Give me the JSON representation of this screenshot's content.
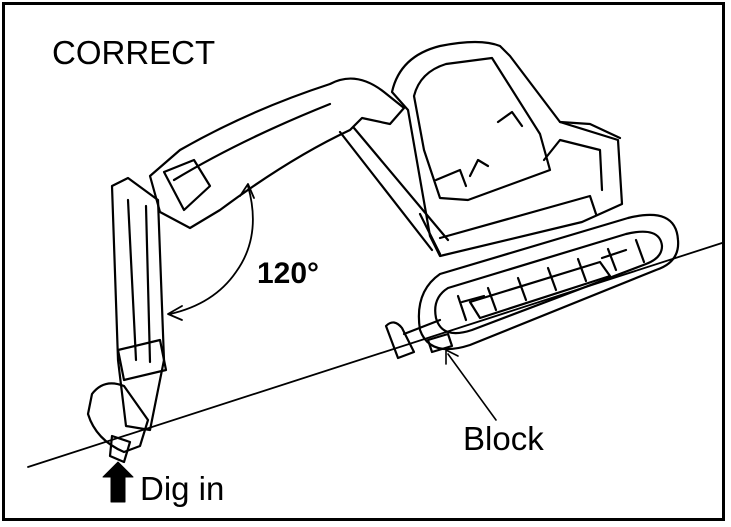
{
  "diagram": {
    "title": "CORRECT",
    "angle_label": "120°",
    "block_label": "Block",
    "dig_label": "Dig in",
    "colors": {
      "ink": "#000000",
      "paper": "#ffffff"
    },
    "icons": [
      "up-arrow-icon",
      "excavator-illustration"
    ]
  }
}
